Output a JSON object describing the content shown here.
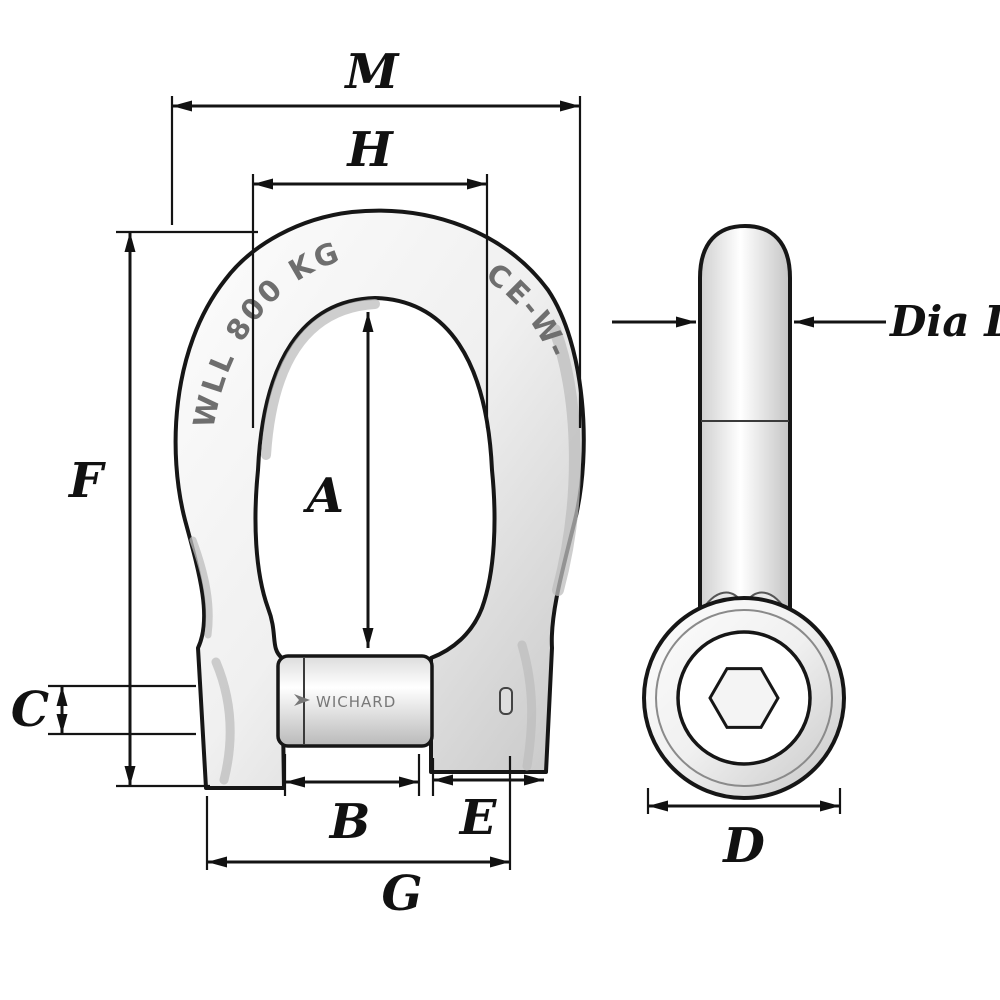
{
  "figure": {
    "colors": {
      "line": "#161616",
      "metal_light": "#fbfbfb",
      "metal_dark": "#c2c2c2",
      "engraving": "#6e6e6e"
    },
    "dimensions": {
      "M": "M",
      "H": "H",
      "A": "A",
      "F": "F",
      "C": "C",
      "B": "B",
      "E": "E",
      "G": "G",
      "D": "D",
      "dia_d": "Dia D"
    },
    "engravings": {
      "wll": "WLL 800 KG",
      "ce": "CE-W-",
      "brand": "WICHARD"
    }
  }
}
